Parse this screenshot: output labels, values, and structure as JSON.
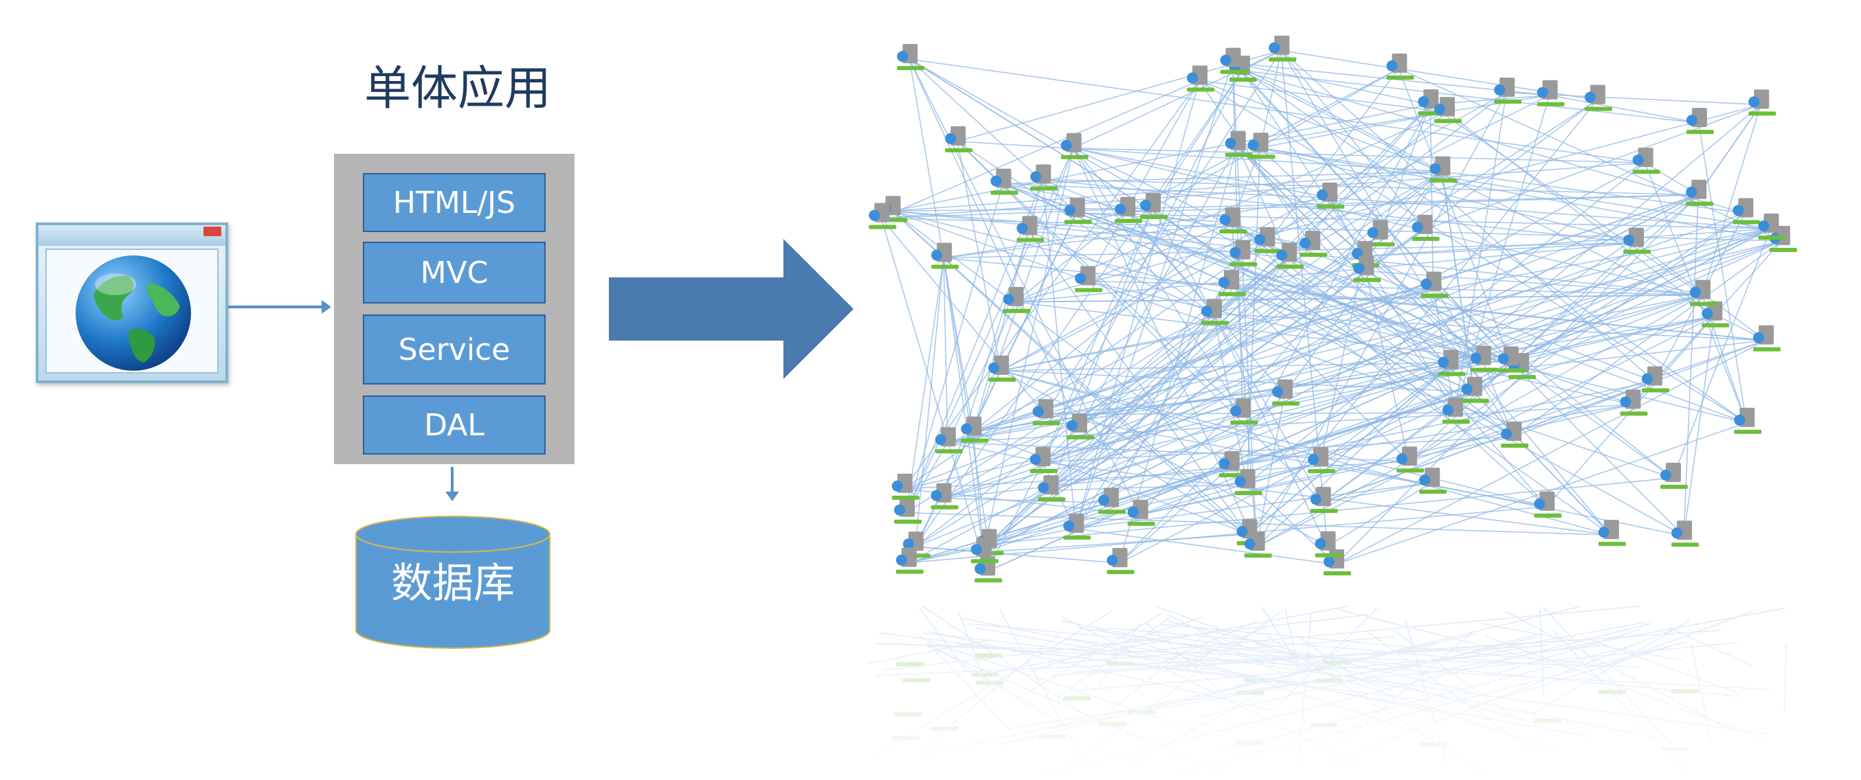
{
  "title": "单体应用",
  "layers": [
    "HTML/JS",
    "MVC",
    "Service",
    "DAL"
  ],
  "database": "数据库",
  "colors": {
    "layer_fill": "#5b9bd5",
    "layer_border": "#2e5f9a",
    "stack_bg": "#b5b5b5",
    "arrow": "#4a7aae",
    "title": "#1f3a5f",
    "network_lines": "#8fb8e6"
  },
  "icons": {
    "client": "browser-globe-icon",
    "node": "server-icon",
    "store": "database-icon"
  }
}
